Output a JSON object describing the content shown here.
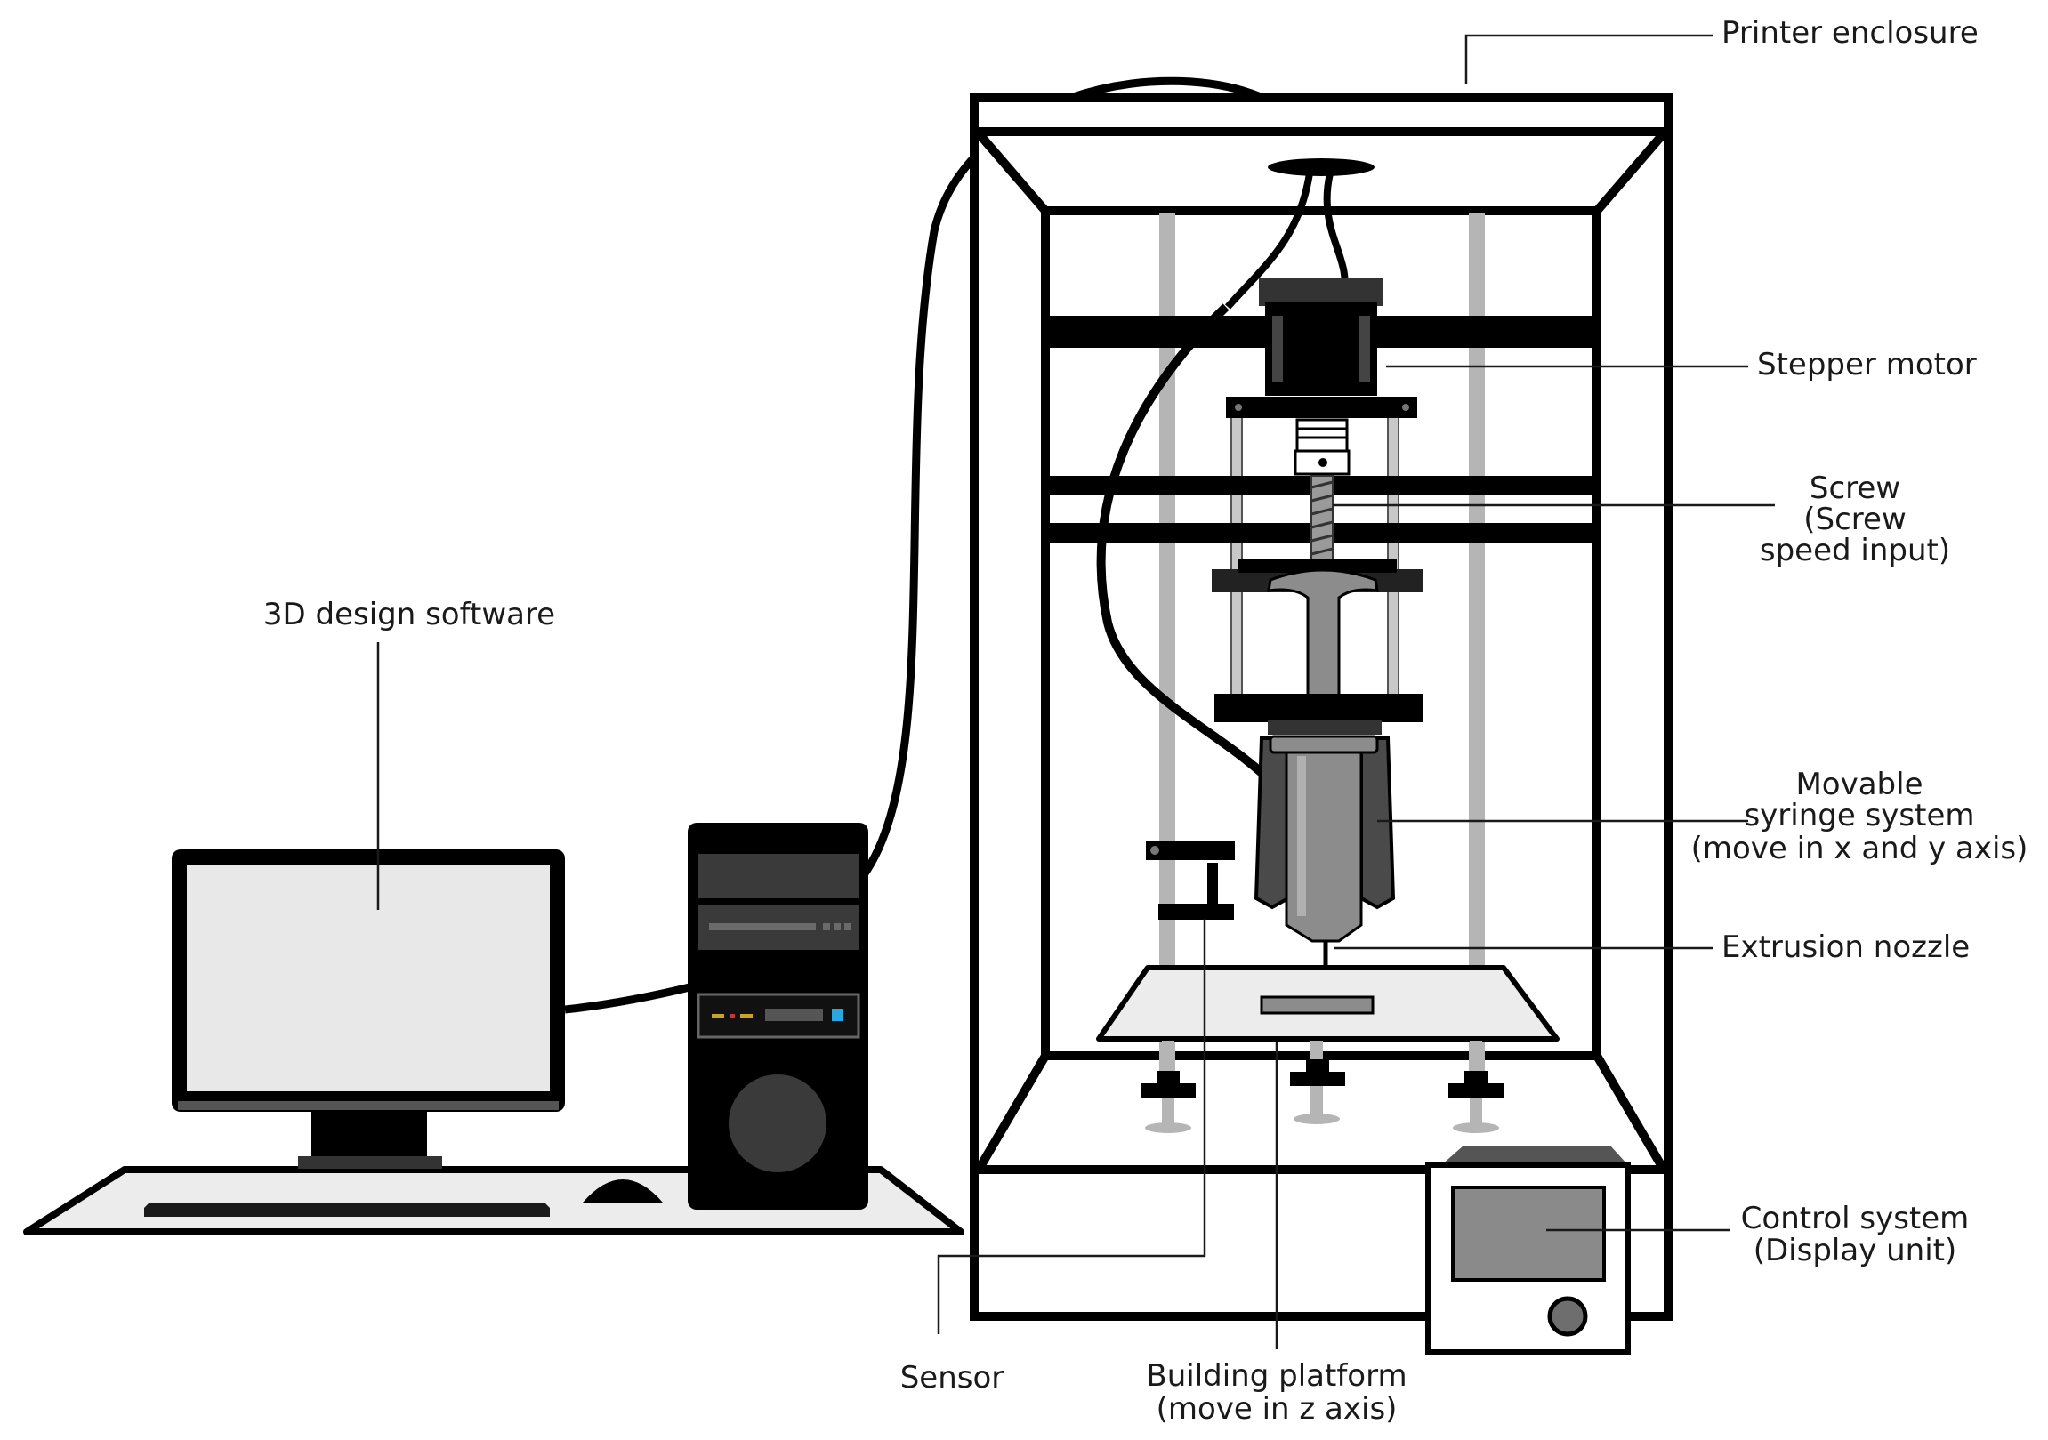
{
  "labels": {
    "printer_enclosure": "Printer enclosure",
    "stepper_motor": "Stepper motor",
    "screw_1": "Screw",
    "screw_2": "(Screw",
    "screw_3": "speed input)",
    "design_software": "3D design software",
    "syringe_1": "Movable",
    "syringe_2": "syringe system",
    "syringe_3": "(move in x and y axis)",
    "extrusion_nozzle": "Extrusion nozzle",
    "control_1": "Control system",
    "control_2": "(Display unit)",
    "sensor": "Sensor",
    "platform_1": "Building platform",
    "platform_2": "(move in z axis)"
  },
  "colors": {
    "outline": "#000000",
    "screen": "#e8e8e8",
    "rod": "#b5b5b5",
    "syringe": "#8c8c8c",
    "display": "#8a8a8a"
  }
}
